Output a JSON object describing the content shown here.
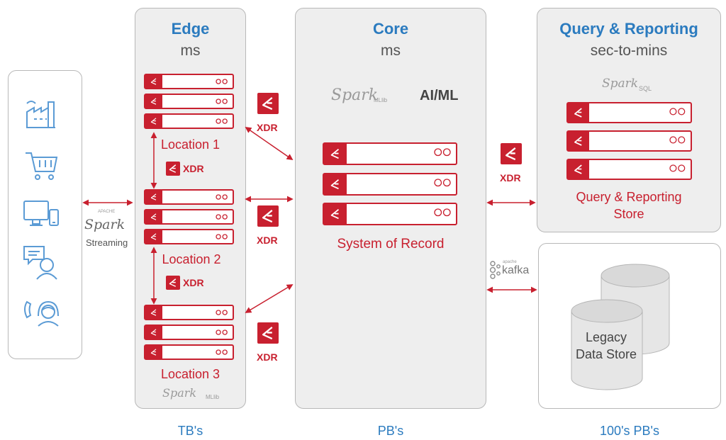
{
  "colors": {
    "brand_red": "#c8202f",
    "title_blue": "#2b7bbf",
    "panel_gray": "#eeeeee"
  },
  "sources": {
    "icons": [
      "factory-icon",
      "shopping-cart-icon",
      "devices-icon",
      "chat-user-icon",
      "support-agent-icon"
    ]
  },
  "streaming": {
    "spark": "Spark",
    "apache": "APACHE",
    "label": "Streaming"
  },
  "edge": {
    "title": "Edge",
    "latency": "ms",
    "locations": [
      "Location 1",
      "Location 2",
      "Location 3"
    ],
    "xdr": "XDR",
    "spark": "Spark",
    "spark_sub": "MLlib",
    "footer": "TB's"
  },
  "core": {
    "title": "Core",
    "latency": "ms",
    "spark": "Spark",
    "spark_sub": "MLlib",
    "aiml": "AI/ML",
    "store_label": "System of Record",
    "footer": "PB's"
  },
  "xdr_labels": {
    "edge_core_1": "XDR",
    "edge_core_2": "XDR",
    "edge_core_3": "XDR",
    "core_query": "XDR"
  },
  "query": {
    "title": "Query & Reporting",
    "latency": "sec-to-mins",
    "spark": "Spark",
    "spark_sub": "SQL",
    "store_label_1": "Query & Reporting",
    "store_label_2": "Store"
  },
  "legacy": {
    "kafka": "kafka",
    "kafka_sub": "apache",
    "label_1": "Legacy",
    "label_2": "Data Store",
    "footer": "100's PB's"
  }
}
